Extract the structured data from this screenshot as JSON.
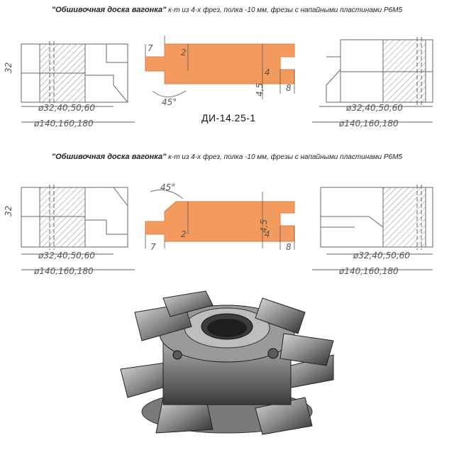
{
  "caption": {
    "title": "\"Обшивочная доска вагонка\"",
    "subtitle": "к-т из 4-х фрез, полка -10 мм, фрезы с напайными пластинами Р6М5"
  },
  "product_code": "ДИ-14.25-1",
  "dimensions": {
    "height": "32",
    "bore": "ø32,40,50,60",
    "outer": "ø140,160,180",
    "angle": "45°",
    "d2": "2",
    "d4": "4",
    "d45": "4,5",
    "d8": "8",
    "d7": "7"
  },
  "colors": {
    "board": "#f39b5e",
    "board_edge": "#e07e3c",
    "line": "#555555",
    "hatch": "#777777"
  }
}
